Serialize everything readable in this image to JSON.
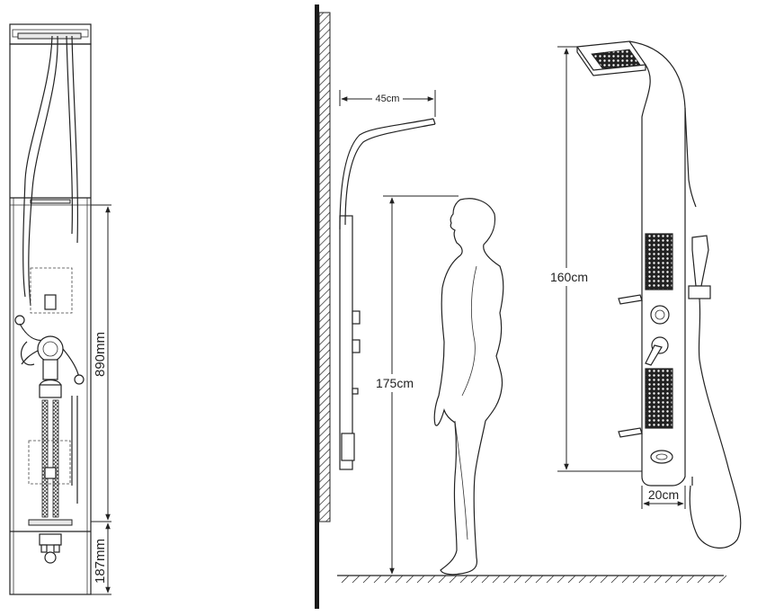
{
  "dimensions": {
    "panel_body_height": "890mm",
    "panel_bottom_height": "187mm",
    "head_projection": "45cm",
    "person_height": "175cm",
    "panel_height": "160cm",
    "panel_width": "20cm"
  }
}
